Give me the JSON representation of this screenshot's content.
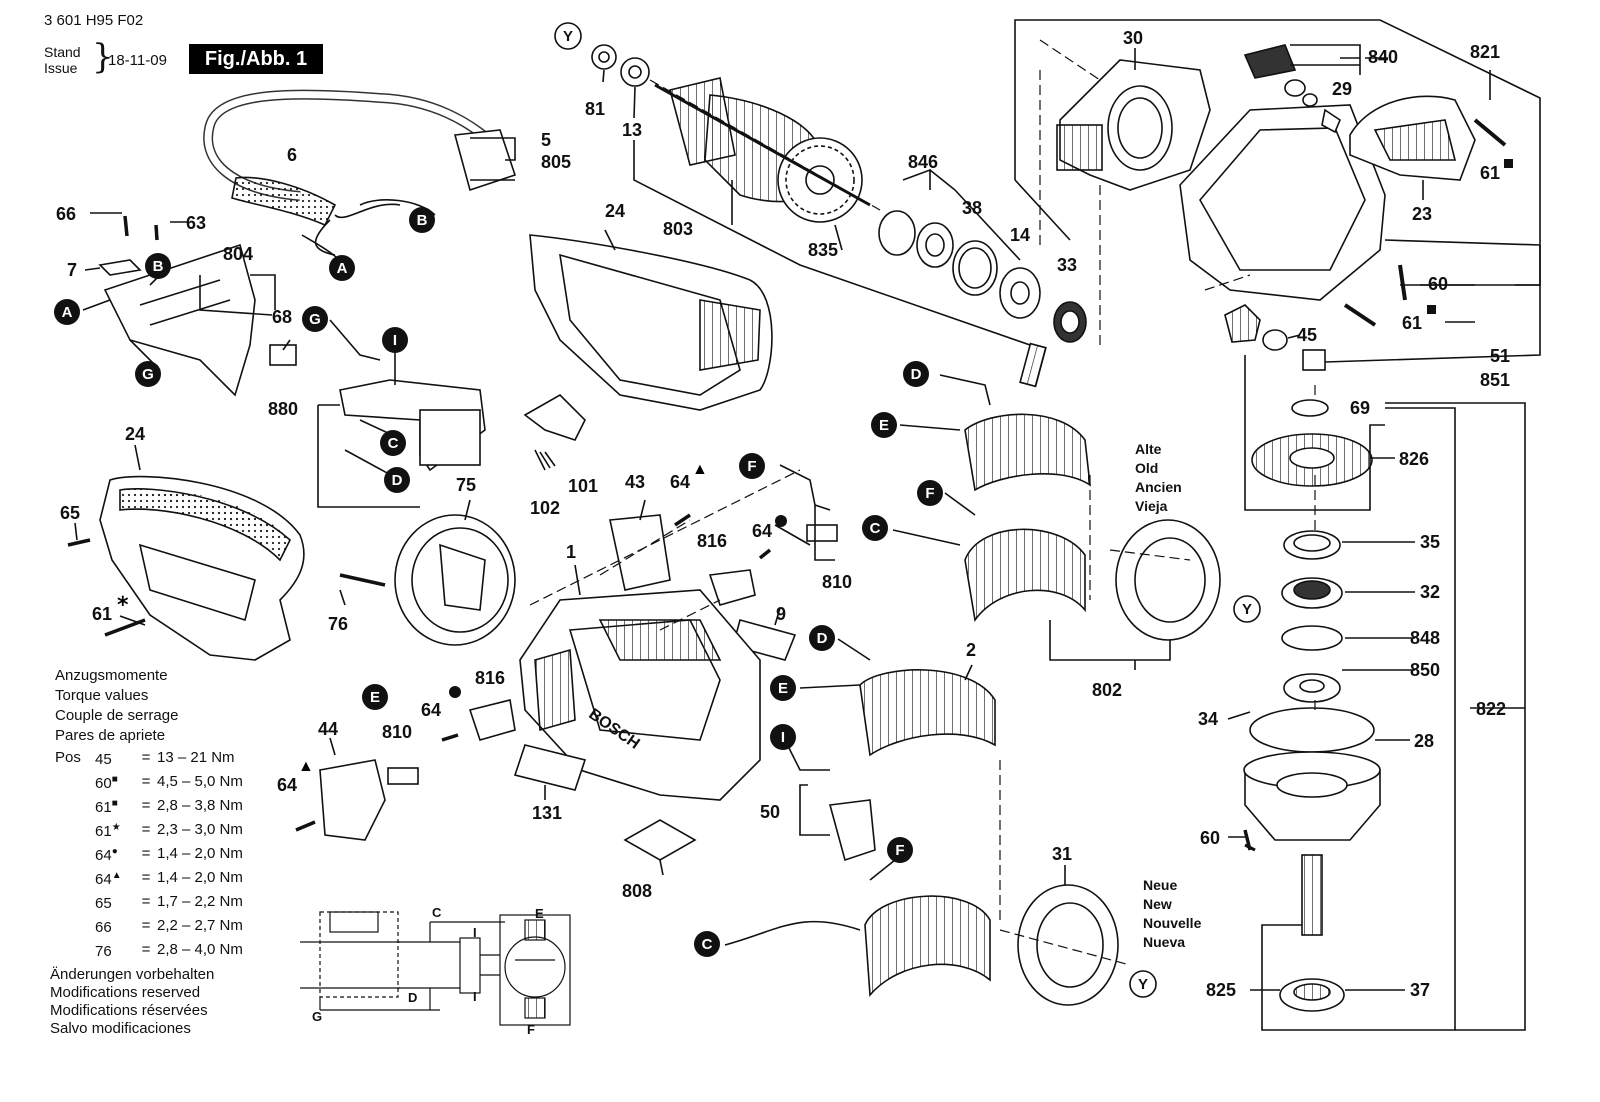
{
  "header": {
    "doc_code": "3 601 H95 F02",
    "stand_label": "Stand",
    "issue_label": "Issue",
    "date": "18-11-09",
    "fig_label": "Fig./Abb. 1"
  },
  "parts": {
    "p5": "5",
    "p805": "805",
    "p6": "6",
    "p66a": "66",
    "p63": "63",
    "p7": "7",
    "p804": "804",
    "p68": "68",
    "p880": "880",
    "p24a": "24",
    "p24b": "24",
    "p65": "65",
    "p61star": "61",
    "p81": "81",
    "p13": "13",
    "p803": "803",
    "p835": "835",
    "p846": "846",
    "p38": "38",
    "p14": "14",
    "p33": "33",
    "p30": "30",
    "p840": "840",
    "p821": "821",
    "p29": "29",
    "p23": "23",
    "p61sq_a": "61",
    "p60a": "60",
    "p61sq_b": "61",
    "p45": "45",
    "p51": "51",
    "p851": "851",
    "p69": "69",
    "p826": "826",
    "p35": "35",
    "p32": "32",
    "p848": "848",
    "p850": "850",
    "p34": "34",
    "p822": "822",
    "p28": "28",
    "p60b": "60",
    "p825": "825",
    "p37": "37",
    "p101": "101",
    "p102": "102",
    "p43": "43",
    "p64tri_a": "64",
    "p75": "75",
    "p816a": "816",
    "p64dot_a": "64",
    "p810a": "810",
    "p1": "1",
    "p76": "76",
    "p9": "9",
    "p816b": "816",
    "p64dot_b": "64",
    "p810b": "810",
    "p44": "44",
    "p64tri_b": "64",
    "p131": "131",
    "p808": "808",
    "p50": "50",
    "p2": "2",
    "p802": "802",
    "p31": "31"
  },
  "connectors": {
    "A": "A",
    "B": "B",
    "C": "C",
    "D": "D",
    "E": "E",
    "F": "F",
    "G": "G",
    "I": "I",
    "Y": "Y"
  },
  "labels_old": [
    "Alte",
    "Old",
    "Ancien",
    "Vieja"
  ],
  "labels_new": [
    "Neue",
    "New",
    "Nouvelle",
    "Nueva"
  ],
  "torque": {
    "titles": [
      "Anzugsmomente",
      "Torque values",
      "Couple de serrage",
      "Pares de apriete"
    ],
    "pos_label": "Pos",
    "rows": [
      {
        "n": "45",
        "sym": "",
        "eq": "=",
        "range": "13 – 21 Nm"
      },
      {
        "n": "60",
        "sym": "■",
        "eq": "=",
        "range": "4,5 – 5,0 Nm"
      },
      {
        "n": "61",
        "sym": "■",
        "eq": "=",
        "range": "2,8 – 3,8 Nm"
      },
      {
        "n": "61",
        "sym": "★",
        "eq": "=",
        "range": "2,3 – 3,0 Nm"
      },
      {
        "n": "64",
        "sym": "●",
        "eq": "=",
        "range": "1,4 – 2,0 Nm"
      },
      {
        "n": "64",
        "sym": "▲",
        "eq": "=",
        "range": "1,4 – 2,0 Nm"
      },
      {
        "n": "65",
        "sym": "",
        "eq": "=",
        "range": "1,7 – 2,2 Nm"
      },
      {
        "n": "66",
        "sym": "",
        "eq": "=",
        "range": "2,2 – 2,7 Nm"
      },
      {
        "n": "76",
        "sym": "",
        "eq": "=",
        "range": "2,8 – 4,0 Nm"
      }
    ]
  },
  "footnote": [
    "Änderungen vorbehalten",
    "Modifications reserved",
    "Modifications réservées",
    "Salvo modificaciones"
  ],
  "brand_text": "BOSCH",
  "wiring": {
    "c": "C",
    "d": "D",
    "g": "G",
    "e": "E",
    "f": "F",
    "i1": "I",
    "i2": "I"
  }
}
